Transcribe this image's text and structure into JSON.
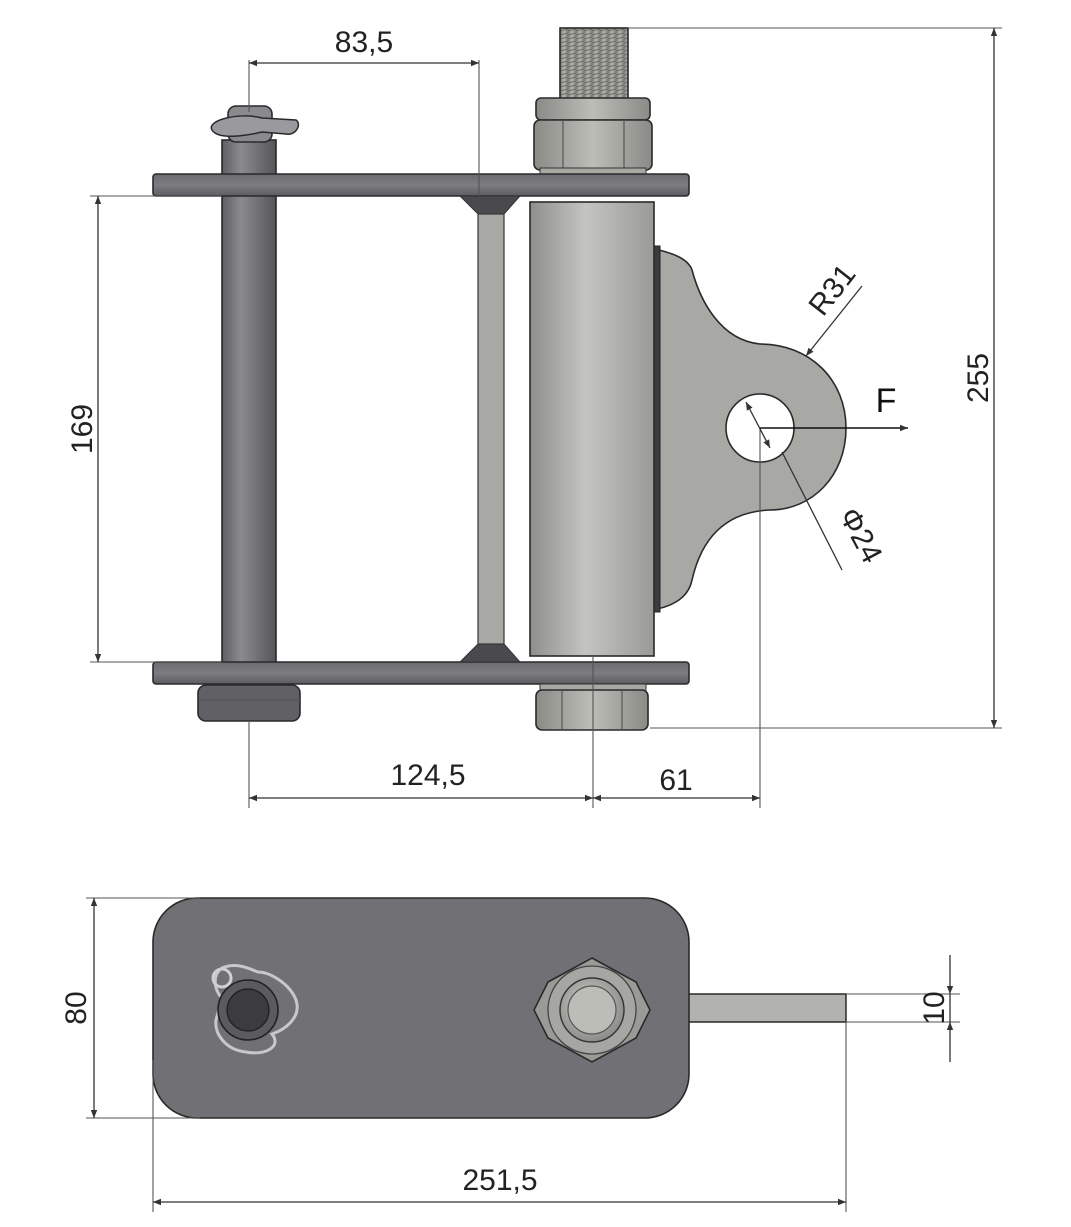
{
  "front_view": {
    "dim_top_span": "83,5",
    "dim_inner_height": "169",
    "dim_total_height": "255",
    "dim_pin_to_bolt": "124,5",
    "dim_bolt_to_hole": "61",
    "dim_radius": "R31",
    "dim_hole_diameter": "Φ24",
    "force_label": "F"
  },
  "top_view": {
    "dim_width": "80",
    "dim_total_length": "251,5",
    "dim_lug_thickness": "10"
  },
  "colors": {
    "plate": "#707075",
    "pin": "#7d7d82",
    "roller": "#b4b4b0",
    "lug": "#a6a6a2",
    "line": "#2a2a2a"
  }
}
